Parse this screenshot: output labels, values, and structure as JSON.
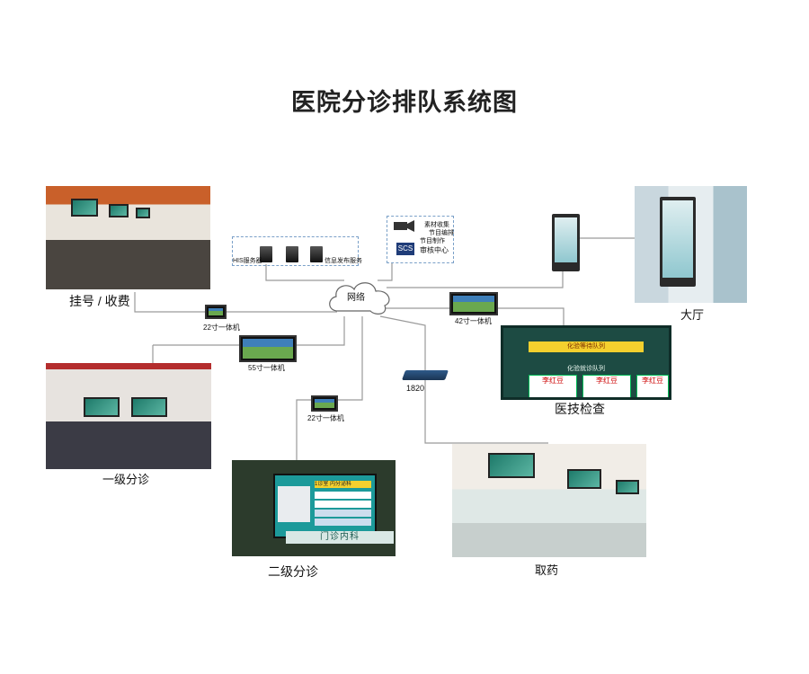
{
  "title": "医院分诊排队系统图",
  "center": {
    "network_label": "网络"
  },
  "servers": {
    "his_label": "HIS服务器",
    "publish_label": "信息发布服务"
  },
  "media": {
    "collect_label": "素材收集",
    "edit_label": "节目编排",
    "produce_label": "节目制作",
    "review_label": "审核中心",
    "logo_text": "SCS"
  },
  "devices": {
    "screen22_top": "22寸一体机",
    "screen42": "42寸一体机",
    "screen55": "55寸一体机",
    "screen22_bottom": "22寸一体机",
    "switch_label": "1820"
  },
  "areas": {
    "registration": "挂号 / 收费",
    "hall": "大厅",
    "exam": "医技检查",
    "first_triage": "一级分诊",
    "second_triage": "二级分诊",
    "pharmacy": "取药"
  },
  "exam_screen": {
    "head1": "化验等待队列",
    "head2": "化验就诊队列",
    "name": "李红豆"
  },
  "second_screen": {
    "header": "1诊室  内分泌科",
    "sign": "门诊内科"
  },
  "colors": {
    "line": "#9a9a9a",
    "dash": "#7aa0c8"
  }
}
